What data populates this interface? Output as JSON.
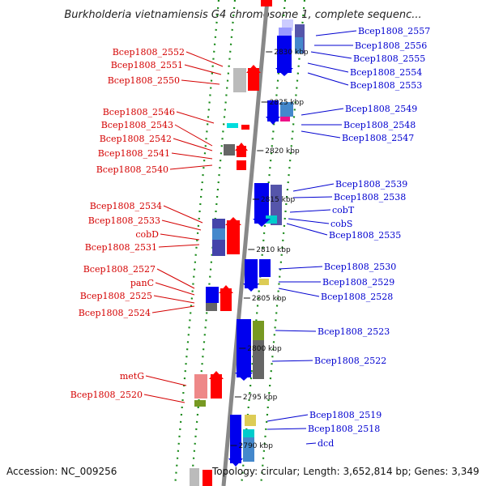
{
  "title": "Burkholderia vietnamiensis G4 chromosome 1, complete sequenc...",
  "footer": {
    "accession": "Accession: NC_009256",
    "topology": "Topology: circular; Length: 3,652,814 bp; Genes: 3,349"
  },
  "ticks": [
    "2830 kbp",
    "2825 kbp",
    "2820 kbp",
    "2815 kbp",
    "2810 kbp",
    "2805 kbp",
    "2800 kbp",
    "2795 kbp",
    "2790 kbp"
  ],
  "left_labels": [
    "Bcep1808_2552",
    "Bcep1808_2551",
    "Bcep1808_2550",
    "Bcep1808_2546",
    "Bcep1808_2543",
    "Bcep1808_2542",
    "Bcep1808_2541",
    "Bcep1808_2540",
    "Bcep1808_2534",
    "Bcep1808_2533",
    "cobD",
    "Bcep1808_2531",
    "Bcep1808_2527",
    "panC",
    "Bcep1808_2525",
    "Bcep1808_2524",
    "metG",
    "Bcep1808_2520"
  ],
  "right_labels": [
    "Bcep1808_2557",
    "Bcep1808_2556",
    "Bcep1808_2555",
    "Bcep1808_2554",
    "Bcep1808_2553",
    "Bcep1808_2549",
    "Bcep1808_2548",
    "Bcep1808_2547",
    "Bcep1808_2539",
    "Bcep1808_2538",
    "cobT",
    "cobS",
    "Bcep1808_2535",
    "Bcep1808_2530",
    "Bcep1808_2529",
    "Bcep1808_2528",
    "Bcep1808_2523",
    "Bcep1808_2522",
    "Bcep1808_2519",
    "Bcep1808_2518",
    "dcd"
  ],
  "colors": {
    "backbone": "#888888",
    "forward_gene": "#ff0000",
    "reverse_gene": "#0000ee",
    "track_dots": "#1a8a1a",
    "left_label": "#d40000",
    "right_label": "#0000d0"
  }
}
